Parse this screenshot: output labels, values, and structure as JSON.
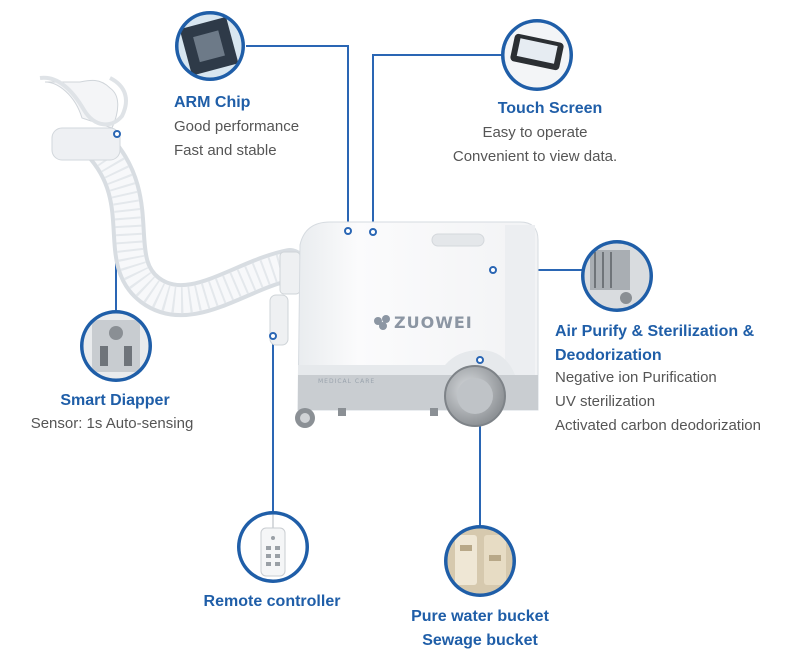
{
  "brand": {
    "logo_text": "ZUOWEI",
    "sub_text": "MEDICAL CARE"
  },
  "colors": {
    "accent": "#1f5ea8",
    "line": "#2a66b4",
    "text": "#555555"
  },
  "callouts": {
    "arm_chip": {
      "title": "ARM Chip",
      "lines": [
        "Good performance",
        "Fast and stable"
      ],
      "icon": "chip-icon"
    },
    "touch_screen": {
      "title": "Touch Screen",
      "lines": [
        "Easy to operate",
        "Convenient to view data."
      ],
      "icon": "touch-screen-icon"
    },
    "air_purify": {
      "title_lines": [
        "Air  Purify & Sterilization &",
        "Deodorization"
      ],
      "lines": [
        "Negative ion Purification",
        "UV sterilization",
        "Activated carbon deodorization"
      ],
      "icon": "air-filter-icon"
    },
    "smart_diaper": {
      "title": "Smart Diapper",
      "lines": [
        "Sensor: 1s Auto-sensing"
      ],
      "icon": "diaper-sensor-icon"
    },
    "remote": {
      "title": "Remote controller",
      "icon": "remote-icon"
    },
    "bucket": {
      "title_lines": [
        "Pure water bucket",
        "Sewage bucket"
      ],
      "icon": "bucket-icon"
    }
  }
}
